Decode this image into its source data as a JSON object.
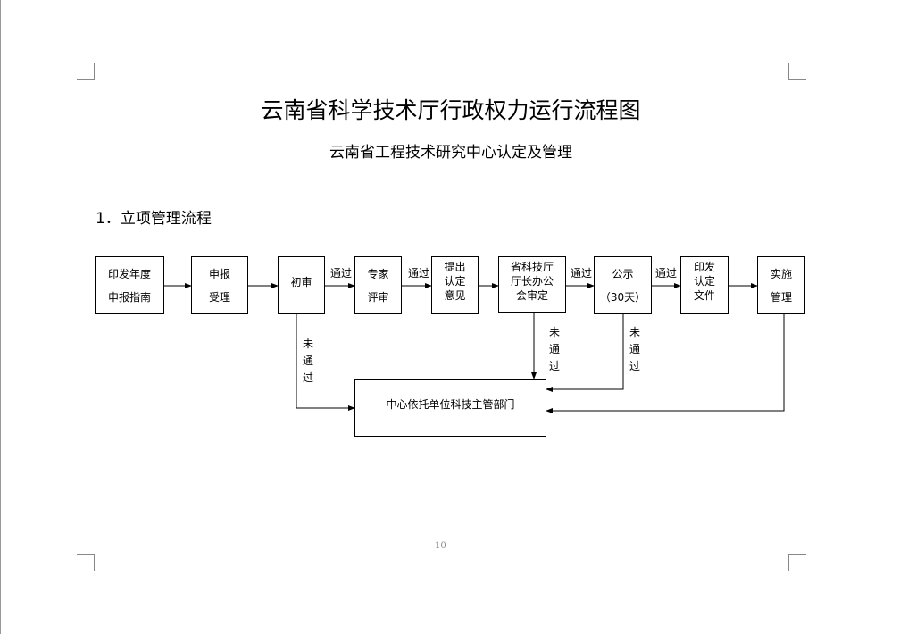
{
  "title": "云南省科学技术厅行政权力运行流程图",
  "subtitle": "云南省工程技术研究中心认定及管理",
  "section": "1．立项管理流程",
  "nodes": {
    "n1": [
      "印发年度",
      "申报指南"
    ],
    "n2": [
      "申报",
      "受理"
    ],
    "n3": [
      "初审"
    ],
    "n4": [
      "专家",
      "评审"
    ],
    "n5": [
      "提出",
      "认定",
      "意见"
    ],
    "n6": [
      "省科技厅",
      "厅长办公",
      "会审定"
    ],
    "n7": [
      "公示",
      "（30天）"
    ],
    "n8": [
      "印发",
      "认定",
      "文件"
    ],
    "n9": [
      "实施",
      "管理"
    ],
    "target": "中心依托单位科技主管部门"
  },
  "edge_labels": {
    "pass": "通过",
    "fail": [
      "未",
      "通",
      "过"
    ]
  },
  "page_number": "10"
}
